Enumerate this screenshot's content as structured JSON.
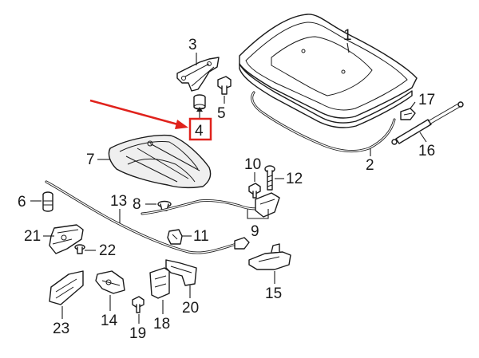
{
  "diagram": {
    "highlight_color": "#e0221c",
    "line_color": "#1a1a1a",
    "callouts": [
      {
        "id": "1",
        "label": "1"
      },
      {
        "id": "2",
        "label": "2"
      },
      {
        "id": "3",
        "label": "3"
      },
      {
        "id": "4",
        "label": "4",
        "highlighted": true
      },
      {
        "id": "5",
        "label": "5"
      },
      {
        "id": "6",
        "label": "6"
      },
      {
        "id": "7",
        "label": "7"
      },
      {
        "id": "8",
        "label": "8"
      },
      {
        "id": "9",
        "label": "9"
      },
      {
        "id": "10",
        "label": "10"
      },
      {
        "id": "11",
        "label": "11"
      },
      {
        "id": "12",
        "label": "12"
      },
      {
        "id": "13",
        "label": "13"
      },
      {
        "id": "14",
        "label": "14"
      },
      {
        "id": "15",
        "label": "15"
      },
      {
        "id": "16",
        "label": "16"
      },
      {
        "id": "17",
        "label": "17"
      },
      {
        "id": "18",
        "label": "18"
      },
      {
        "id": "19",
        "label": "19"
      },
      {
        "id": "20",
        "label": "20"
      },
      {
        "id": "21",
        "label": "21"
      },
      {
        "id": "22",
        "label": "22"
      },
      {
        "id": "23",
        "label": "23"
      }
    ]
  }
}
